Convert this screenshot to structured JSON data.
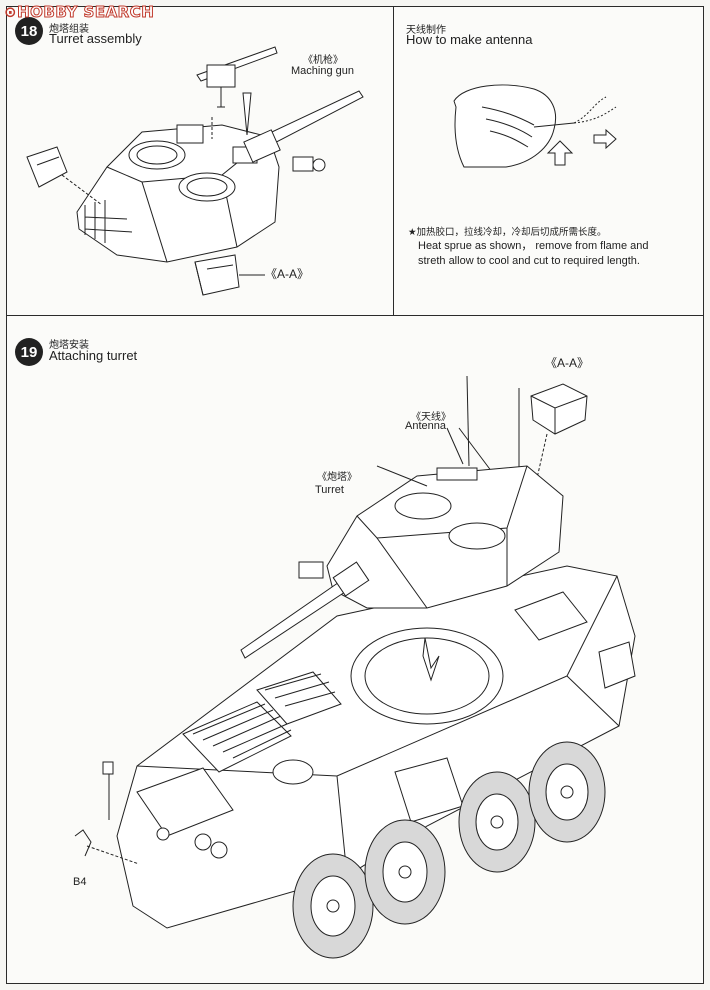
{
  "watermark": {
    "icon": "⊙",
    "text": "HOBBY SEARCH"
  },
  "step18": {
    "number": "18",
    "title_cn": "炮塔组装",
    "title_en": "Turret assembly",
    "machine_gun_cn": "《机枪》",
    "machine_gun_en": "Maching gun",
    "aa_label": "《A-A》"
  },
  "antenna_panel": {
    "title_cn": "天线制作",
    "title_en": "How to make antenna",
    "note_cn": "★加热胶口，拉线冷却，冷却后切成所需长度。",
    "note_en_1": "Heat sprue as shown， remove from flame and",
    "note_en_2": "streth allow to cool and cut to required length."
  },
  "step19": {
    "number": "19",
    "title_cn": "炮塔安装",
    "title_en": "Attaching turret",
    "aa_label": "《A-A》",
    "antenna_cn": "《天线》",
    "antenna_en": "Antenna",
    "turret_cn": "《炮塔》",
    "turret_en": "Turret",
    "part_b4": "B4"
  }
}
